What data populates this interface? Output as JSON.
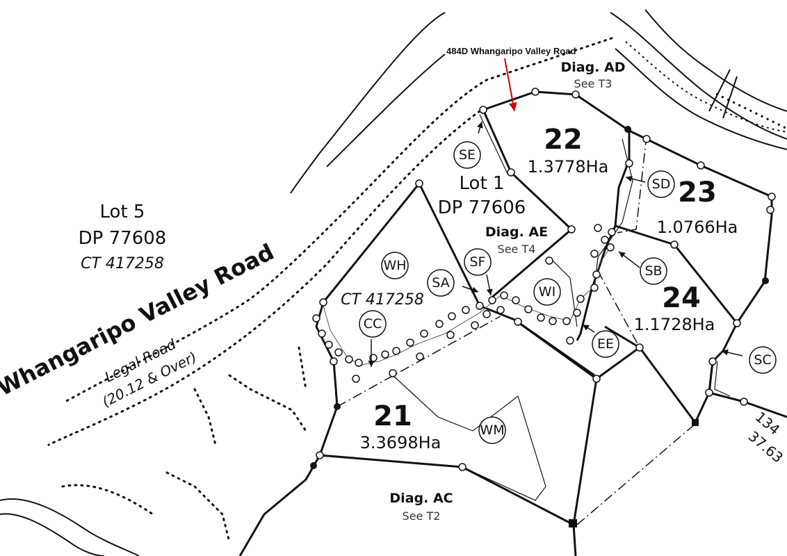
{
  "annotation": {
    "text": "484D Whangaripo Valley Road",
    "arrow_color": "#cc0000"
  },
  "road": {
    "name": "Whangaripo Valley Road",
    "type": "Legal Road",
    "width": "(20.12 & Over)"
  },
  "lots": {
    "lot21": {
      "number": "21",
      "area": "3.3698Ha"
    },
    "lot22": {
      "number": "22",
      "area": "1.3778Ha"
    },
    "lot23": {
      "number": "23",
      "area": "1.0766Ha"
    },
    "lot24": {
      "number": "24",
      "area": "1.1728Ha"
    }
  },
  "parcels": {
    "lot5": {
      "name": "Lot 5",
      "dp": "DP 77608",
      "ct": "CT 417258"
    },
    "lot1": {
      "name": "Lot 1",
      "dp": "DP 77606",
      "ct": "CT 417258"
    }
  },
  "diagrams": {
    "ad": {
      "title": "Diag. AD",
      "see": "See T3"
    },
    "ae": {
      "title": "Diag. AE",
      "see": "See T4"
    },
    "ac": {
      "title": "Diag. AC",
      "see": "See T2"
    }
  },
  "easements": [
    "SE",
    "SD",
    "SF",
    "SA",
    "SB",
    "WH",
    "WI",
    "CC",
    "EE",
    "SC",
    "WM"
  ],
  "edge_text": {
    "top": "134",
    "bottom": "37.63"
  },
  "colors": {
    "line": "#111111",
    "annotation": "#cc0000"
  }
}
